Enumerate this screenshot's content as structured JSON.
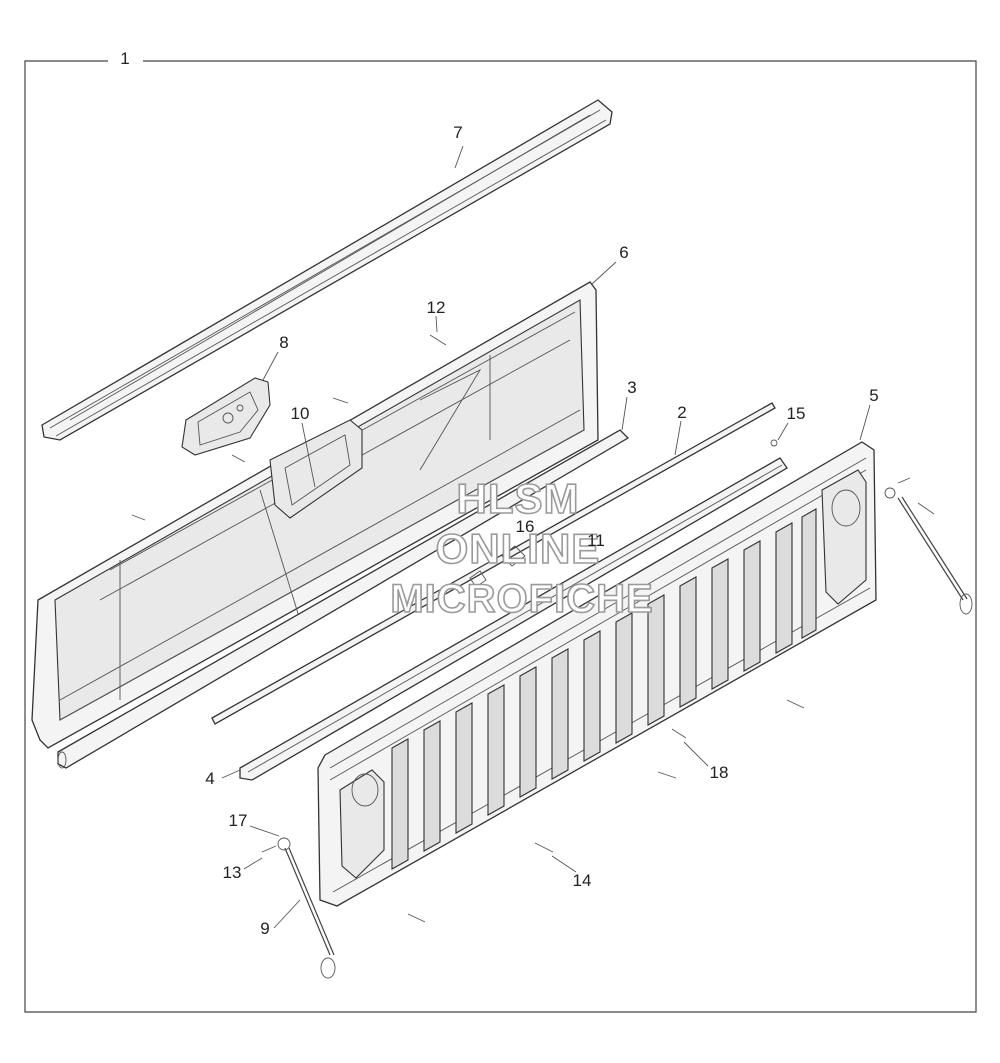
{
  "diagram": {
    "callouts": [
      "1",
      "2",
      "3",
      "4",
      "5",
      "6",
      "7",
      "8",
      "9",
      "10",
      "11",
      "12",
      "13",
      "14",
      "15",
      "16",
      "17",
      "18"
    ],
    "watermark": [
      "HLSM",
      "ONLINE",
      "MICROFICHE"
    ]
  }
}
